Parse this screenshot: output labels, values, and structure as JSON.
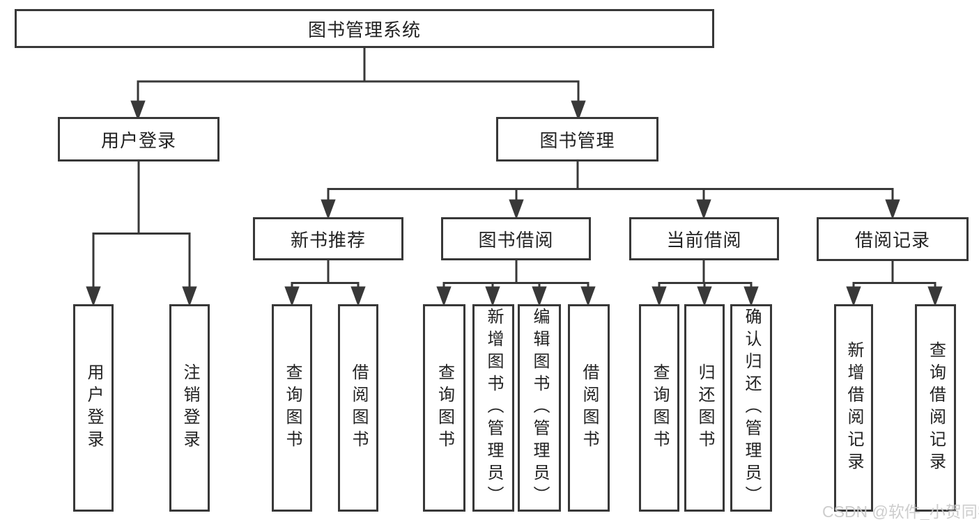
{
  "page": {
    "background": "#ffffff",
    "line_color": "#383838",
    "text_color": "#222222",
    "watermark_text": "CSDN @软件_小贺同学",
    "watermark_color": "#c9c9c9"
  },
  "tree": {
    "root": "图书管理系统",
    "branches": [
      {
        "label": "用户登录",
        "children": [
          {
            "label": "用户登录"
          },
          {
            "label": "注销登录"
          }
        ]
      },
      {
        "label": "图书管理",
        "sections": [
          {
            "label": "新书推荐",
            "children": [
              {
                "label": "查询图书"
              },
              {
                "label": "借阅图书"
              }
            ]
          },
          {
            "label": "图书借阅",
            "children": [
              {
                "label": "查询图书"
              },
              {
                "label": "新增图书（管理员）"
              },
              {
                "label": "编辑图书（管理员）"
              },
              {
                "label": "借阅图书"
              }
            ]
          },
          {
            "label": "当前借阅",
            "children": [
              {
                "label": "查询图书"
              },
              {
                "label": "归还图书"
              },
              {
                "label": "确认归还（管理员）"
              }
            ]
          },
          {
            "label": "借阅记录",
            "children": [
              {
                "label": "新增借阅记录"
              },
              {
                "label": "查询借阅记录"
              }
            ]
          }
        ]
      }
    ]
  }
}
